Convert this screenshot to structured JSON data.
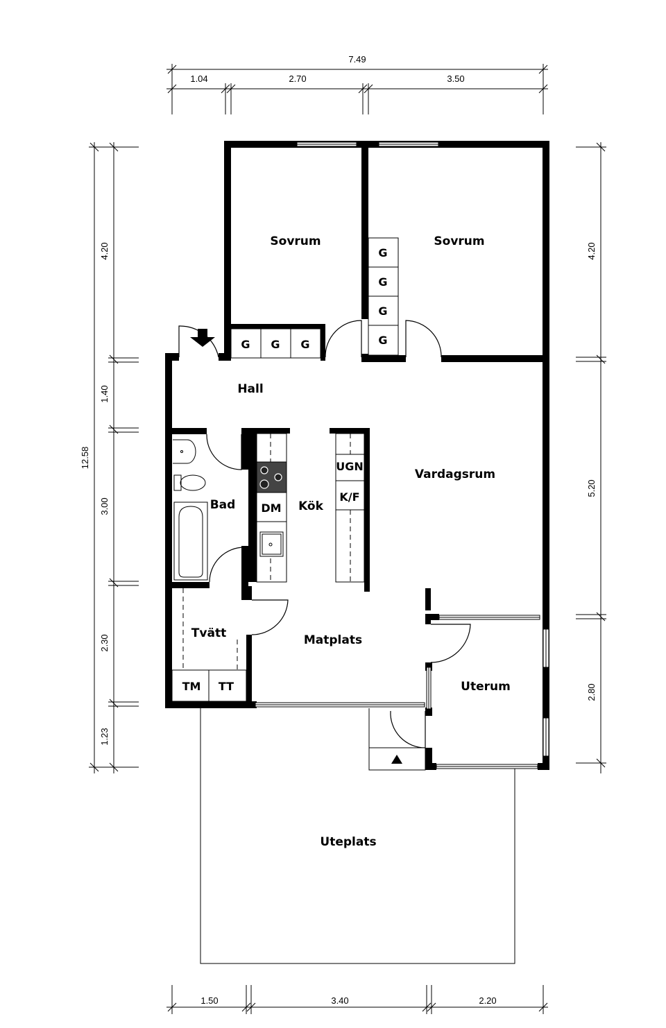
{
  "dimensions": {
    "top_total": "7.49",
    "top_segments": [
      "1.04",
      "2.70",
      "3.50"
    ],
    "left_total": "12.58",
    "left_segments": [
      "4.20",
      "1.40",
      "3.00",
      "2.30",
      "1.23"
    ],
    "right_segments": [
      "4.20",
      "5.20",
      "2.80"
    ],
    "bottom_segments": [
      "1.50",
      "3.40",
      "2.20"
    ]
  },
  "rooms": {
    "sovrum_1": "Sovrum",
    "sovrum_2": "Sovrum",
    "hall": "Hall",
    "vardagsrum": "Vardagsrum",
    "bad": "Bad",
    "kok": "Kök",
    "tvatt": "Tvätt",
    "matplats": "Matplats",
    "uterum": "Uterum",
    "uteplats": "Uteplats"
  },
  "fixtures": {
    "wardrobe": "G",
    "oven": "UGN",
    "fridge": "K/F",
    "dishwasher": "DM",
    "washer": "TM",
    "dryer": "TT"
  }
}
